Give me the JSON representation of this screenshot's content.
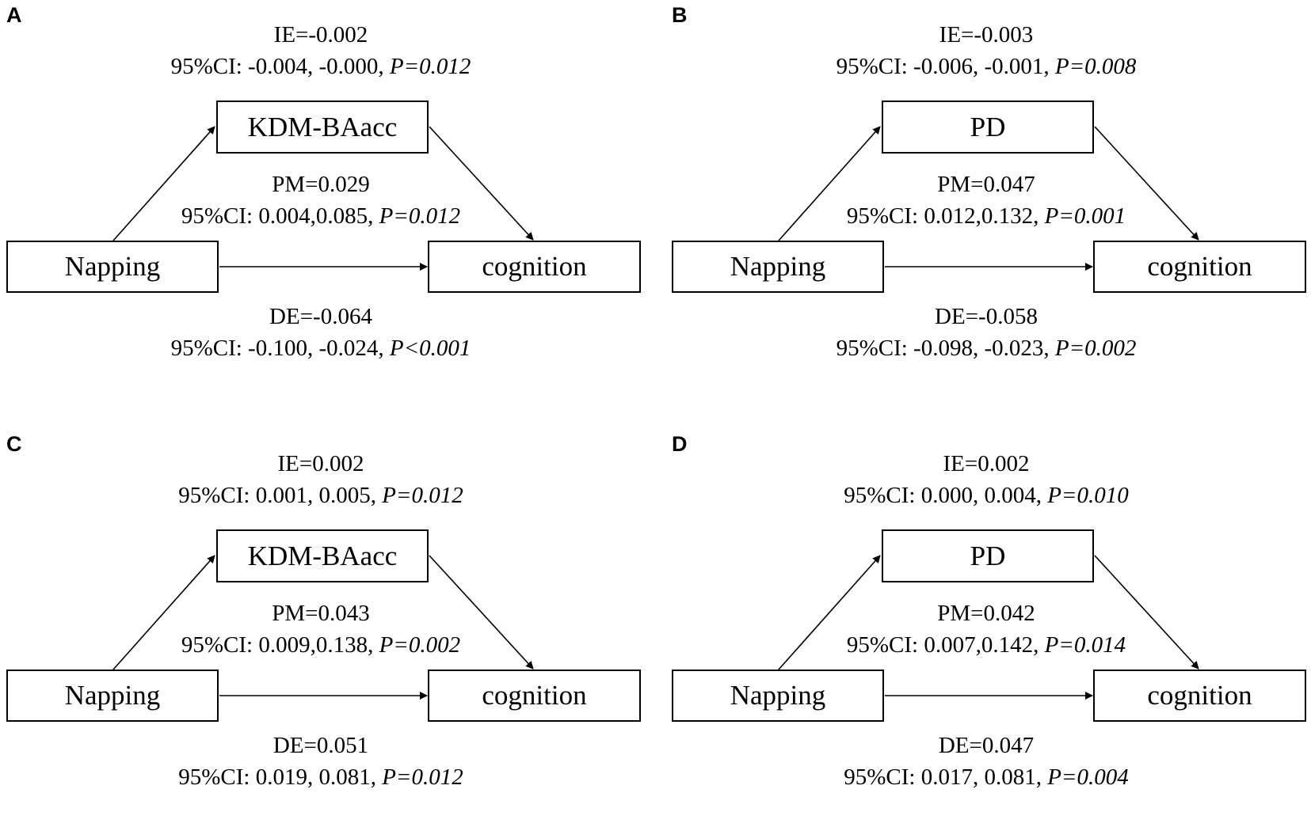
{
  "panels": [
    {
      "letter": "A",
      "mediator": "KDM-BAacc",
      "exposure": "Napping",
      "outcome": "cognition",
      "ie": {
        "label": "IE=-0.002",
        "ci": "95%CI: -0.004, -0.000, ",
        "p": "P=0.012"
      },
      "pm": {
        "label": "PM=0.029",
        "ci": "95%CI: 0.004,0.085, ",
        "p": "P=0.012"
      },
      "de": {
        "label": "DE=-0.064",
        "ci": "95%CI: -0.100, -0.024, ",
        "p": "P<0.001"
      }
    },
    {
      "letter": "B",
      "mediator": "PD",
      "exposure": "Napping",
      "outcome": "cognition",
      "ie": {
        "label": "IE=-0.003",
        "ci": "95%CI: -0.006, -0.001, ",
        "p": "P=0.008"
      },
      "pm": {
        "label": "PM=0.047",
        "ci": "95%CI: 0.012,0.132, ",
        "p": "P=0.001"
      },
      "de": {
        "label": "DE=-0.058",
        "ci": "95%CI: -0.098, -0.023, ",
        "p": "P=0.002"
      }
    },
    {
      "letter": "C",
      "mediator": "KDM-BAacc",
      "exposure": "Napping",
      "outcome": "cognition",
      "ie": {
        "label": "IE=0.002",
        "ci": "95%CI: 0.001, 0.005, ",
        "p": "P=0.012"
      },
      "pm": {
        "label": "PM=0.043",
        "ci": "95%CI: 0.009,0.138, ",
        "p": "P=0.002"
      },
      "de": {
        "label": "DE=0.051",
        "ci": "95%CI: 0.019, 0.081, ",
        "p": "P=0.012"
      }
    },
    {
      "letter": "D",
      "mediator": "PD",
      "exposure": "Napping",
      "outcome": "cognition",
      "ie": {
        "label": "IE=0.002",
        "ci": "95%CI: 0.000, 0.004, ",
        "p": "P=0.010"
      },
      "pm": {
        "label": "PM=0.042",
        "ci": "95%CI: 0.007,0.142, ",
        "p": "P=0.014"
      },
      "de": {
        "label": "DE=0.047",
        "ci": "95%CI: 0.017, 0.081, ",
        "p": "P=0.004"
      }
    }
  ]
}
